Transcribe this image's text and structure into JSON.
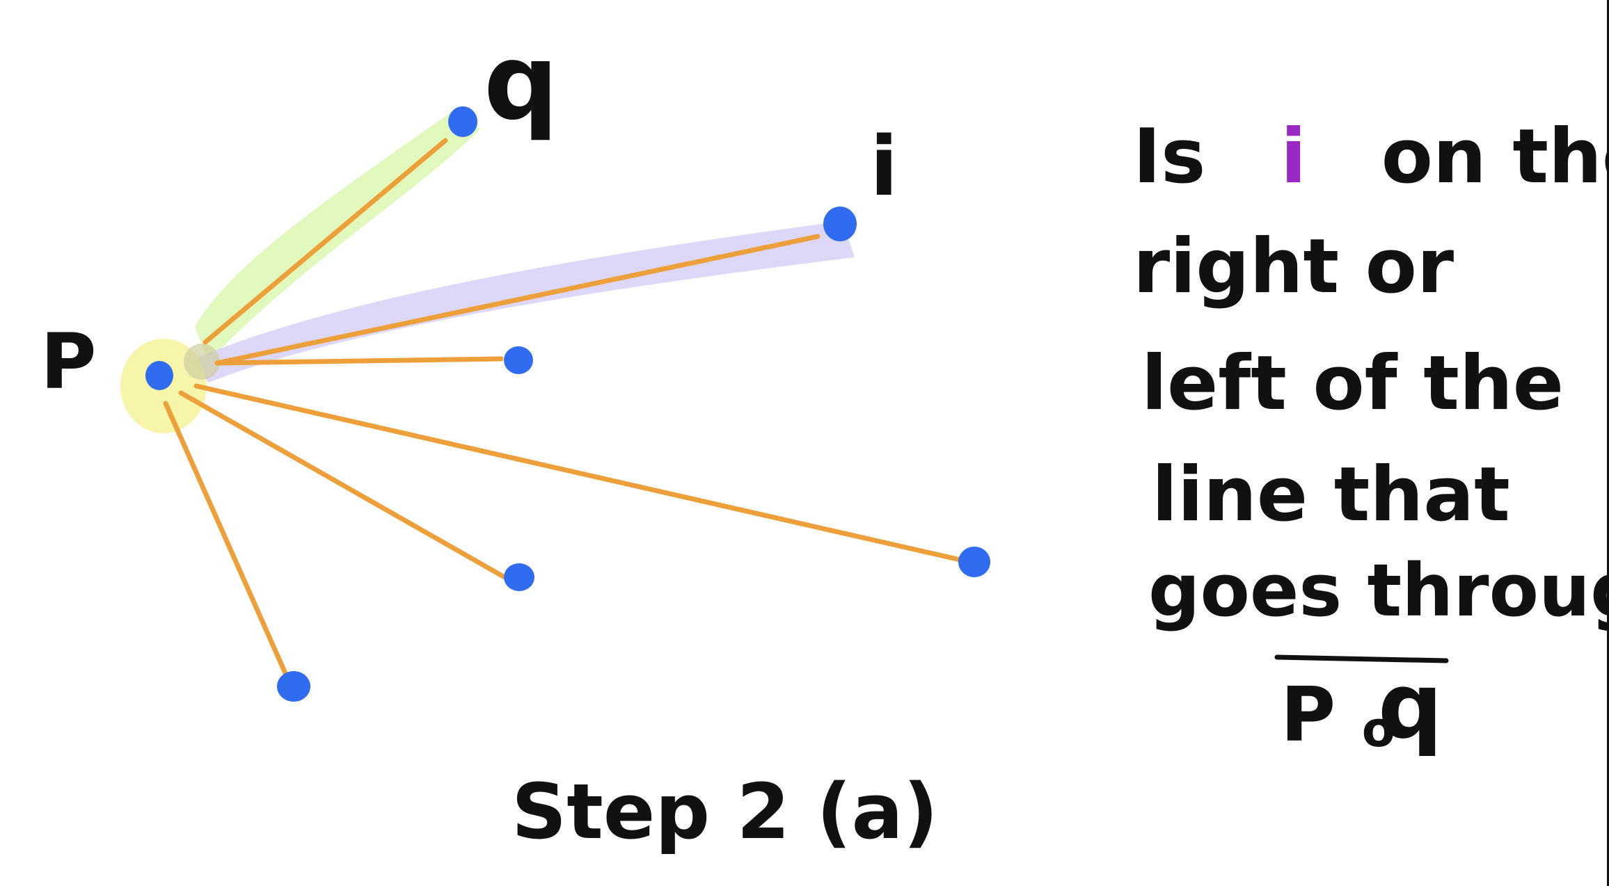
{
  "colors": {
    "background": "#ffffff",
    "ink": "#111111",
    "point": "#2f6cf0",
    "segment": "#eda03a",
    "q_label": "#7cb95a",
    "i_label": "#9a28c4",
    "q_highlight": "#dff8b6",
    "i_highlight": "#d9d3f7",
    "p_highlight": "#f6f39a"
  },
  "labels": {
    "p": "P",
    "q": "q",
    "i": "i"
  },
  "question": {
    "line1_a": "Is",
    "line1_i": "i",
    "line1_b": "on the",
    "line2": "right or",
    "line3": "left of the",
    "line4": "line that",
    "line5": "goes through",
    "vector_p": "P",
    "vector_p_sub": "o",
    "vector_q": "q"
  },
  "caption": "Step 2 (a)",
  "points": [
    {
      "id": "p",
      "name": "point-p"
    },
    {
      "id": "q",
      "name": "point-q"
    },
    {
      "id": "i",
      "name": "point-i"
    },
    {
      "id": "mid",
      "name": "point-mid"
    },
    {
      "id": "far",
      "name": "point-far-right"
    },
    {
      "id": "low",
      "name": "point-lower-middle"
    },
    {
      "id": "bottom",
      "name": "point-bottom"
    }
  ]
}
